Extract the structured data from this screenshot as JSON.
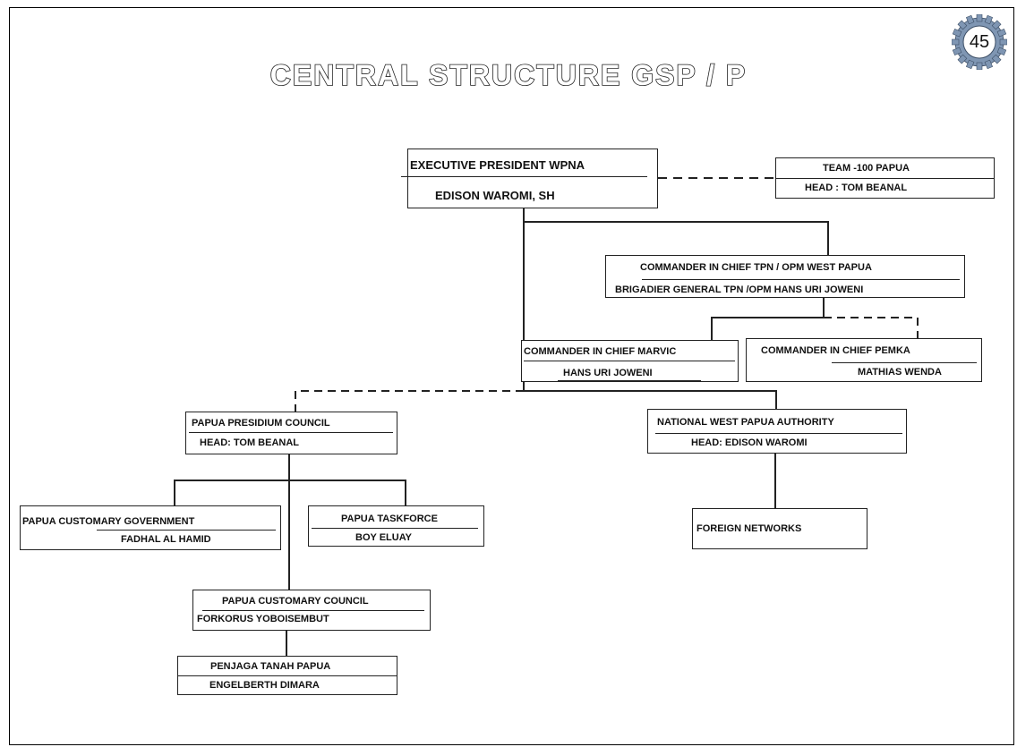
{
  "title": "CENTRAL STRUCTURE GSP / P",
  "page_number": "45",
  "nodes": {
    "executive_president": {
      "line1": "EXECUTIVE PRESIDENT WPNA",
      "line2": "EDISON WAROMI, SH"
    },
    "team_100": {
      "line1": "TEAM -100  PAPUA",
      "line2": "HEAD : TOM BEANAL"
    },
    "commander_tpn": {
      "line1": "COMMANDER IN CHIEF TPN / OPM WEST PAPUA",
      "line2": "BRIGADIER GENERAL TPN /OPM HANS URI JOWENI"
    },
    "commander_marvic": {
      "line1": "COMMANDER IN CHIEF MARVIC",
      "line2": "HANS URI JOWENI"
    },
    "commander_pemka": {
      "line1": "COMMANDER IN CHIEF  PEMKA",
      "line2": "MATHIAS WENDA"
    },
    "presidium_council": {
      "line1": "PAPUA PRESIDIUM COUNCIL",
      "line2": "HEAD: TOM BEANAL"
    },
    "national_authority": {
      "line1": "NATIONAL WEST PAPUA AUTHORITY",
      "line2": "HEAD: EDISON WAROMI"
    },
    "customary_government": {
      "line1": "PAPUA CUSTOMARY GOVERNMENT",
      "line2": "FADHAL AL HAMID"
    },
    "taskforce": {
      "line1": "PAPUA TASKFORCE",
      "line2": "BOY ELUAY"
    },
    "foreign_networks": {
      "line1": "FOREIGN NETWORKS"
    },
    "customary_council": {
      "line1": "PAPUA CUSTOMARY COUNCIL",
      "line2": "FORKORUS YOBOISEMBUT"
    },
    "penjaga_tanah": {
      "line1": "PENJAGA TANAH PAPUA",
      "line2": "ENGELBERTH DIMARA"
    }
  }
}
